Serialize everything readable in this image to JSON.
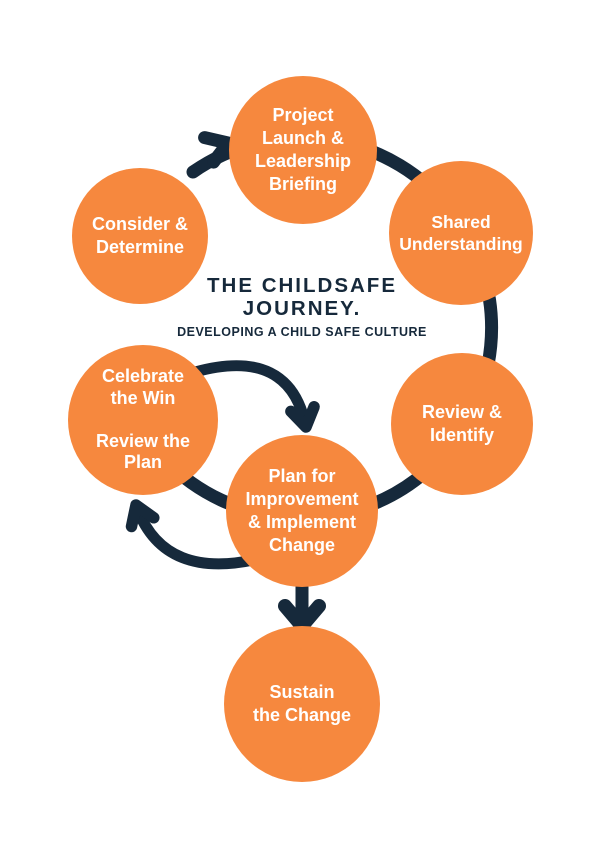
{
  "diagram": {
    "title": "THE CHILDSAFE\nJOURNEY.",
    "subtitle": "DEVELOPING A CHILD SAFE CULTURE",
    "colors": {
      "step_fill": "#F6883E",
      "step_text": "#FFFFFF",
      "arrow": "#16293B",
      "title_text": "#16293B",
      "background": "#FFFFFF"
    },
    "steps": [
      {
        "id": "consider-determine",
        "label": "Consider &\nDetermine"
      },
      {
        "id": "project-launch-leadership-briefing",
        "label": "Project\nLaunch &\nLeadership\nBriefing"
      },
      {
        "id": "shared-understanding",
        "label": "Shared\nUnderstanding"
      },
      {
        "id": "review-identify",
        "label": "Review &\nIdentify"
      },
      {
        "id": "plan-improvement-implement-change",
        "label": "Plan for\nImprovement\n& Implement\nChange"
      },
      {
        "id": "celebrate-win-review-plan",
        "label": "Celebrate\nthe Win\n\nReview the\nPlan"
      },
      {
        "id": "sustain-change",
        "label": "Sustain\nthe Change"
      }
    ],
    "flow": [
      {
        "from": "consider-determine",
        "to": "project-launch-leadership-briefing"
      },
      {
        "from": "project-launch-leadership-briefing",
        "to": "shared-understanding"
      },
      {
        "from": "shared-understanding",
        "to": "review-identify"
      },
      {
        "from": "review-identify",
        "to": "plan-improvement-implement-change"
      },
      {
        "from": "plan-improvement-implement-change",
        "to": "celebrate-win-review-plan"
      },
      {
        "from": "celebrate-win-review-plan",
        "to": "plan-improvement-implement-change"
      },
      {
        "from": "plan-improvement-implement-change",
        "to": "sustain-change"
      }
    ]
  }
}
